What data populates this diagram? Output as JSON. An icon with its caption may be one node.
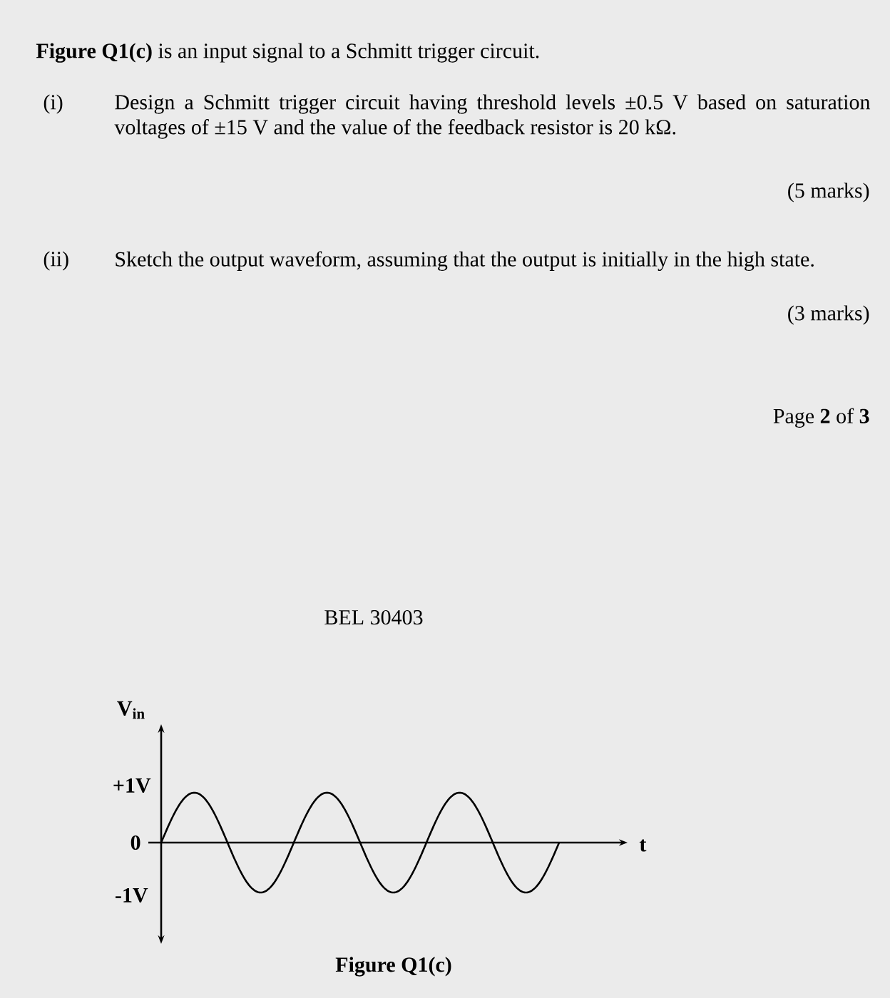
{
  "diagram": {
    "title": "**Figure Q1(c)** is an input signal to a Schmitt trigger circuit.",
    "caption": "Figure Q1(c)",
    "labels": [
      "(i)",
      "Design a Schmitt trigger circuit having threshold levels ±0.5 V based on saturation voltages of ±15 V and the value of the feedback resistor is 20 kΩ.",
      "(5 marks)",
      "(ii)",
      "Sketch the output waveform, assuming that the output is initially in the high state.",
      "(3 marks)",
      "Page **2** of **3**",
      "BEL 30403",
      "V$_{in}$",
      "+1V",
      "0",
      "-1V",
      "t"
    ]
  }
}
